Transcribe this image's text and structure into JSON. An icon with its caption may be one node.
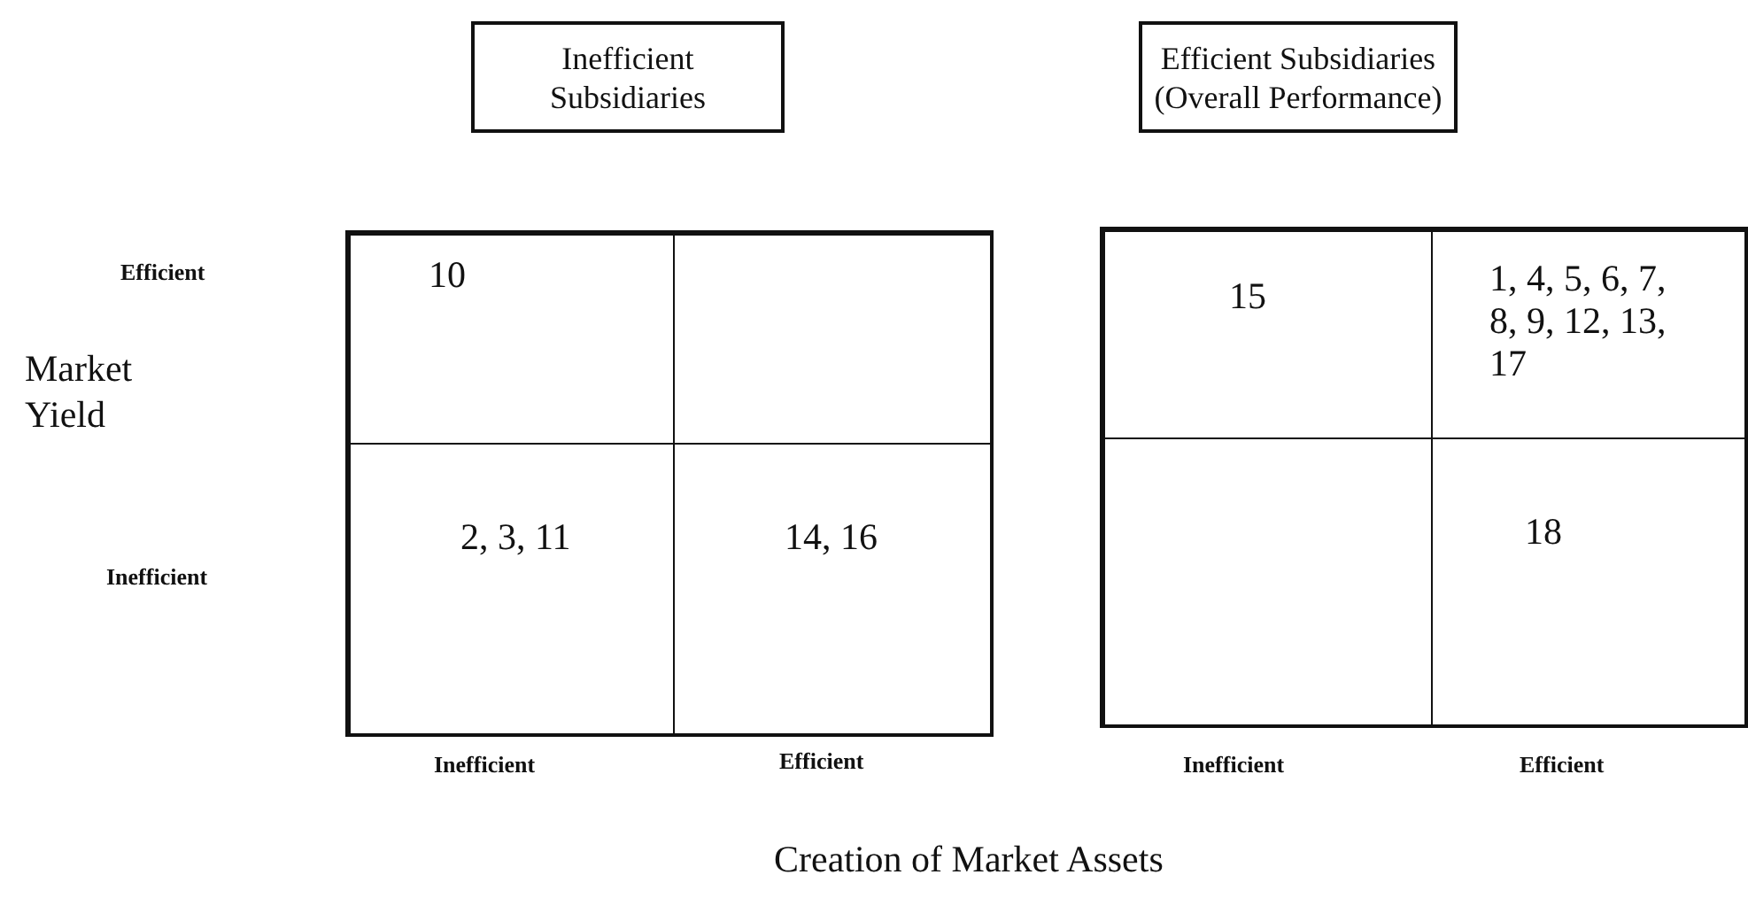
{
  "diagram": {
    "nodes": [
      {
        "text": [
          "Inefficient Subsidiaries"
        ]
      },
      {
        "text": [
          "Efficient Subsidiaries (Overall Performance)"
        ]
      },
      {
        "text": [],
        "shape": "box"
      },
      {
        "text": [
          "10"
        ],
        "in": 2
      },
      {
        "text": [],
        "shape": "box",
        "in": 2
      },
      {
        "text": [
          "2, 3, 11"
        ],
        "in": 2
      },
      {
        "text": [
          "14, 16"
        ],
        "in": 2
      },
      {
        "text": [],
        "shape": "box"
      },
      {
        "text": [
          "15"
        ],
        "in": 7
      },
      {
        "text": [
          "1, 4, 5, 6, 7, 8, 9, 12, 13, 17"
        ],
        "in": 7
      },
      {
        "text": [],
        "shape": "box",
        "in": 7
      },
      {
        "text": [
          "18"
        ],
        "in": 7
      }
    ],
    "labels": [
      "Efficient",
      "Market Yield",
      "Inefficient",
      "Inefficient",
      "Efficient",
      "Inefficient",
      "Efficient",
      "Creation of Market Assets"
    ]
  }
}
